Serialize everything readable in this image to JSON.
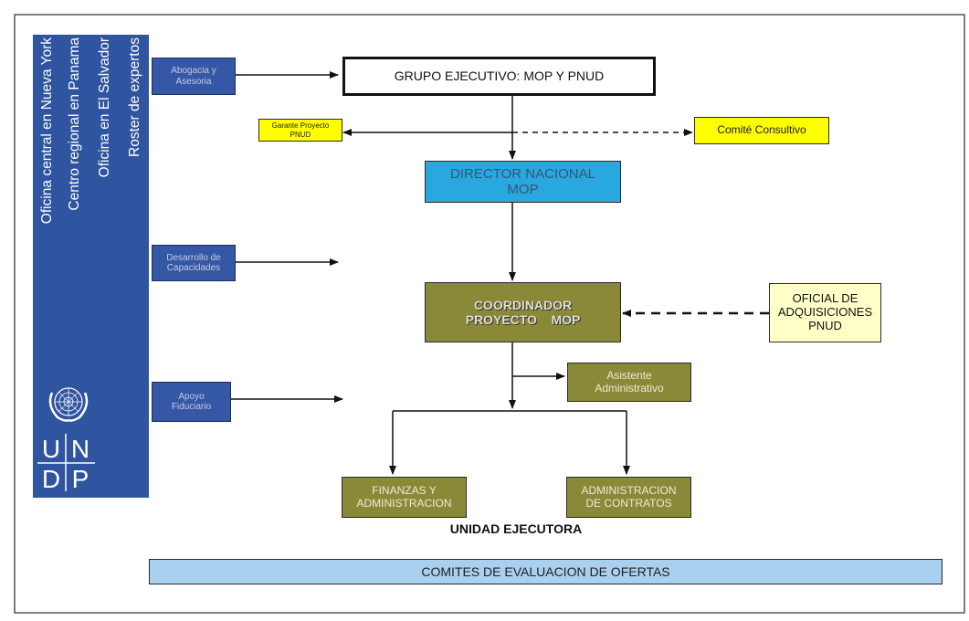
{
  "sidebar": {
    "offices": [
      "Oficina central en Nueva York",
      "Centro regional en Panama",
      "Oficina en El Salvador",
      "Roster de expertos"
    ],
    "logo": {
      "u": "U",
      "n": "N",
      "d": "D",
      "p": "P"
    }
  },
  "services": [
    "Abogacia y\nAsesoria",
    "Desarrollo de\nCapacidades",
    "Apoyo\nFiduciario"
  ],
  "nodes": {
    "grupo_ejecutivo": "GRUPO EJECUTIVO: MOP Y PNUD",
    "garante": "Garante Proyecto\nPNUD",
    "comite_consultivo": "Comité Consultivo",
    "director": "DIRECTOR NACIONAL\nMOP",
    "coordinador": "COORDINADOR\nPROYECTO    MOP",
    "oficial_adquisiciones": "OFICIAL DE\nADQUISICIONES\nPNUD",
    "asistente": "Asistente\nAdministrativo",
    "finanzas": "FINANZAS Y\nADMINISTRACION",
    "administracion_contratos": "ADMINISTRACION\nDE CONTRATOS"
  },
  "labels": {
    "unidad_ejecutora": "UNIDAD EJECUTORA",
    "comites": "COMITES DE EVALUACION DE OFERTAS"
  },
  "colors": {
    "sidebar_blue": "#2f54a0",
    "director_blue": "#29a8e0",
    "olive": "#8a8938",
    "yellow": "#ffff00",
    "light_yellow": "#ffffc8",
    "comites_blue": "#a9d0ef"
  }
}
